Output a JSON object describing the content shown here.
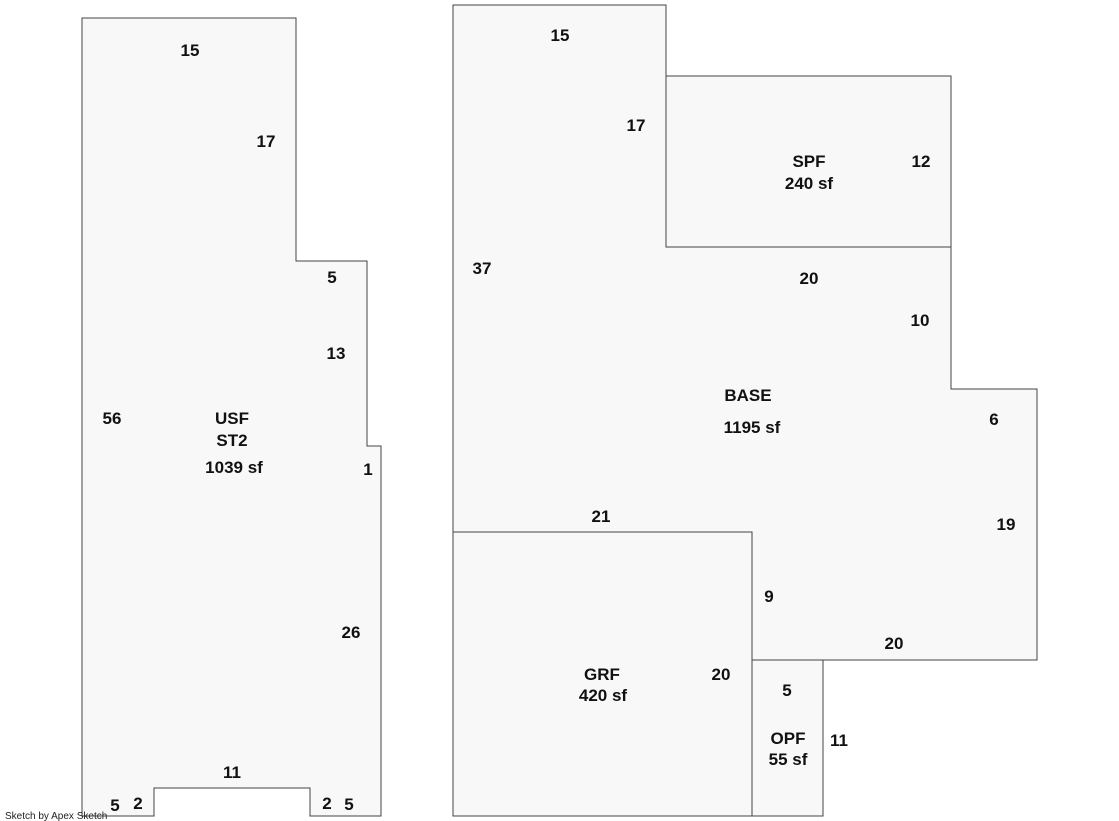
{
  "left_building": {
    "area_name": "USF",
    "sub_name": "ST2",
    "area": "1039 sf",
    "dims": {
      "top": "15",
      "right_upper": "17",
      "step": "5",
      "right_mid": "13",
      "jog": "1",
      "right_lower": "26",
      "left": "56",
      "notch": "11",
      "bottom_left_5": "5",
      "bottom_left_2": "2",
      "bottom_right_2": "2",
      "bottom_right_5": "5"
    }
  },
  "base": {
    "name": "BASE",
    "area": "1195 sf",
    "dims": {
      "top": "15",
      "left_upper": "17",
      "left": "37",
      "mid": "20",
      "right_upper": "10",
      "right_step": "6",
      "right": "19",
      "bottom_left": "21",
      "bottom_mid": "9",
      "bottom_right": "20"
    }
  },
  "spf": {
    "name": "SPF",
    "area": "240 sf",
    "dim": "12"
  },
  "grf": {
    "name": "GRF",
    "area": "420 sf",
    "dim": "20"
  },
  "opf": {
    "name": "OPF",
    "area": "55 sf",
    "dim_top": "5",
    "dim_right": "11"
  },
  "credit": "Sketch by Apex Sketch"
}
